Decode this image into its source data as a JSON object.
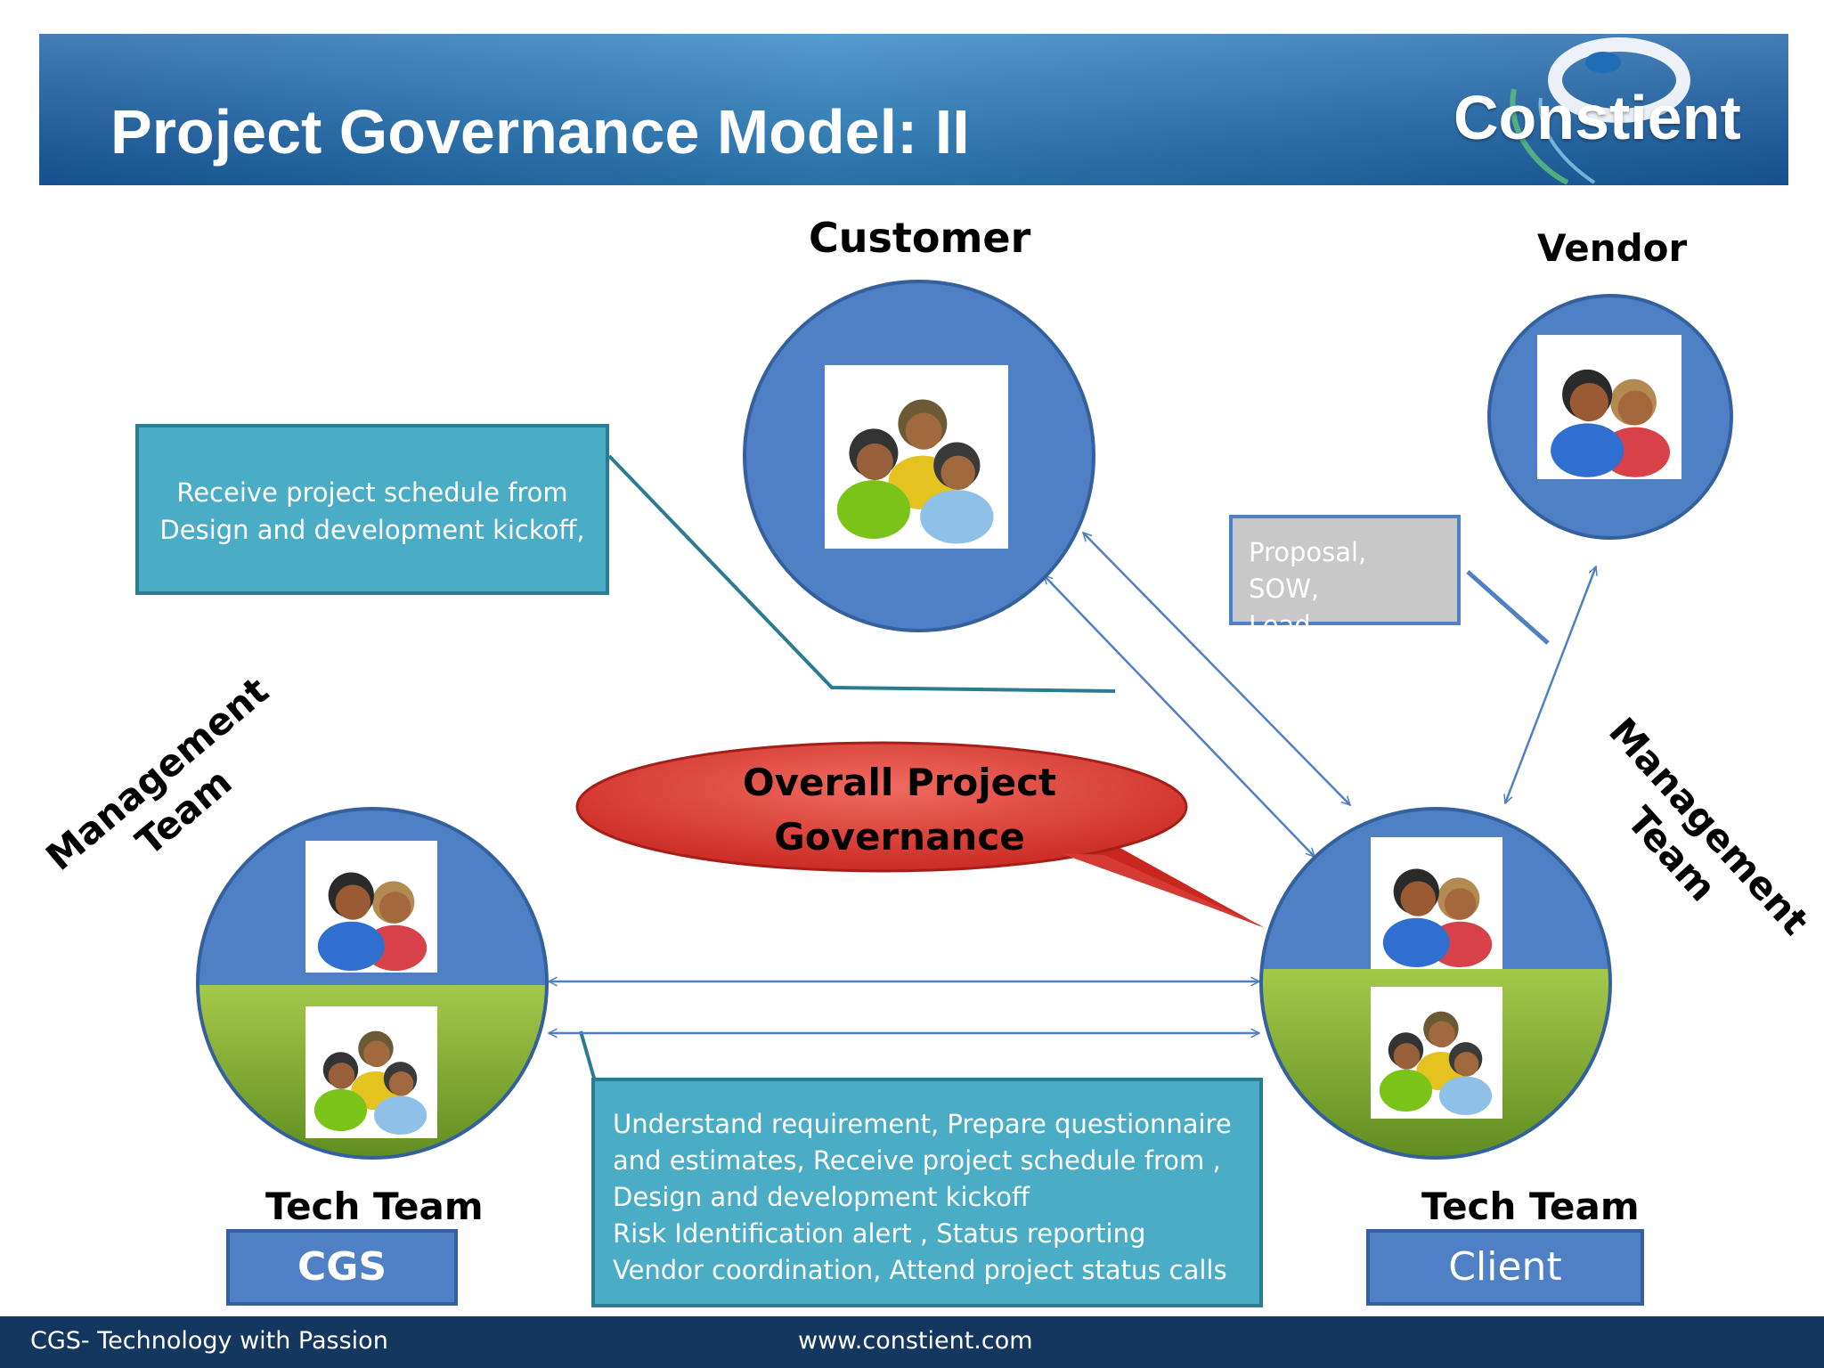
{
  "slide": {
    "title": "Project Governance Model: II",
    "logo_text": "Constient"
  },
  "nodes": {
    "customer": {
      "label": "Customer"
    },
    "vendor": {
      "label": "Vendor"
    },
    "left_management": {
      "label_line1": "Management",
      "label_line2": "Team"
    },
    "right_management": {
      "label_line1": "Management",
      "label_line2": "Team"
    },
    "left_tech": {
      "label": "Tech Team",
      "box": "CGS"
    },
    "right_tech": {
      "label": "Tech Team",
      "box": "Client"
    }
  },
  "callouts": {
    "schedule": {
      "line1": "Receive project schedule from",
      "line2": "Design and development kickoff,"
    },
    "proposal": {
      "line1": "Proposal, SOW,",
      "line2": "Lead"
    },
    "tasks": {
      "line1": "Understand requirement, Prepare questionnaire",
      "line2": "and estimates, Receive project schedule from ,",
      "line3": "Design and development kickoff",
      "line4": "Risk Identification alert , Status reporting",
      "line5": "Vendor coordination, Attend project status calls"
    },
    "governance": {
      "line1": "Overall Project",
      "line2": "Governance"
    }
  },
  "footer": {
    "left_text": "CGS- Technology with Passion",
    "center_text": "www.constient.com"
  },
  "colors": {
    "header_blue": "#1f6db5",
    "circle_blue": "#4f7fc4",
    "circle_green": "#8ab53a",
    "callout_teal": "#4bacc6",
    "callout_gray": "#c8c8c8",
    "bubble_red": "#d63a34",
    "footer_navy": "#14375f"
  },
  "icons": {
    "customer": "group-of-three-people-icon",
    "vendor": "two-people-icon",
    "management": "two-people-icon",
    "tech": "group-of-three-people-icon"
  }
}
